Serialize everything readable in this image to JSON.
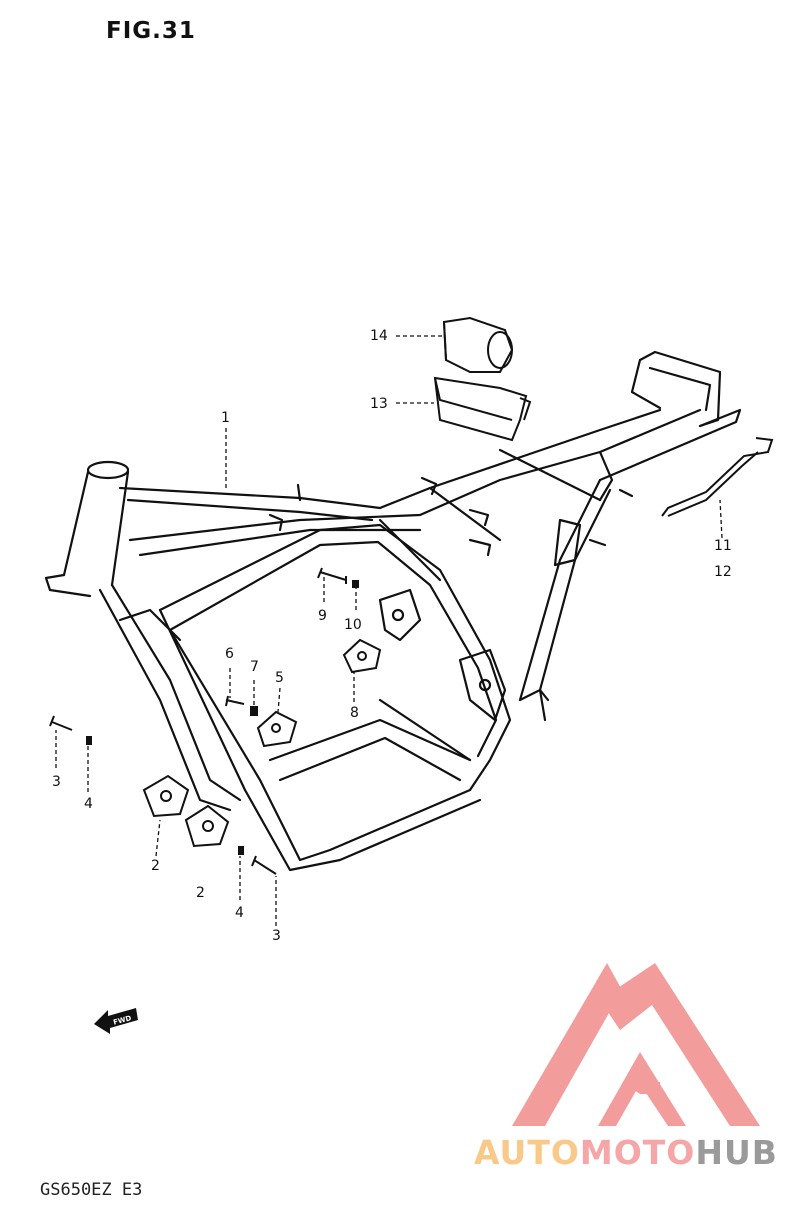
{
  "figure": {
    "title": "FIG.31"
  },
  "model_code": "GS650EZ E3",
  "fwd_marker": "FWD",
  "callouts": [
    {
      "id": "c1",
      "label": "1"
    },
    {
      "id": "c2a",
      "label": "2"
    },
    {
      "id": "c2b",
      "label": "2"
    },
    {
      "id": "c3a",
      "label": "3"
    },
    {
      "id": "c3b",
      "label": "3"
    },
    {
      "id": "c4a",
      "label": "4"
    },
    {
      "id": "c4b",
      "label": "4"
    },
    {
      "id": "c5",
      "label": "5"
    },
    {
      "id": "c6",
      "label": "6"
    },
    {
      "id": "c7",
      "label": "7"
    },
    {
      "id": "c8",
      "label": "8"
    },
    {
      "id": "c9",
      "label": "9"
    },
    {
      "id": "c10",
      "label": "10"
    },
    {
      "id": "c11",
      "label": "11"
    },
    {
      "id": "c12",
      "label": "12"
    },
    {
      "id": "c13",
      "label": "13"
    },
    {
      "id": "c14",
      "label": "14"
    }
  ],
  "watermark": {
    "brand_part1": "AUTO",
    "brand_part2": "MOTO",
    "brand_part3": "HUB",
    "colors": {
      "logo": "#f28b8b",
      "auto": "#f9c98a",
      "moto": "#f6a6a6",
      "hub": "#9a9a9a"
    }
  }
}
